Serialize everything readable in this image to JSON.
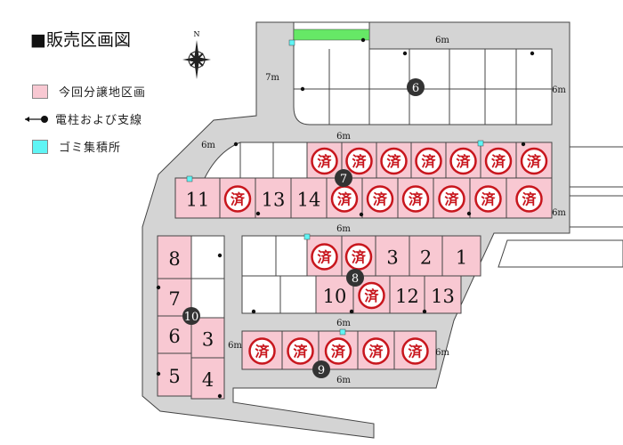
{
  "title": "■販売区画図",
  "compass_label": "N",
  "legend": [
    {
      "label": "今回分譲地区画",
      "color": "#f8c8d2",
      "icon": "pink-lot-swatch"
    },
    {
      "label": "電柱および支線",
      "icon": "utility-pole-icon"
    },
    {
      "label": "ゴミ集積所",
      "color": "#5ff5f5",
      "icon": "garbage-station-swatch"
    }
  ],
  "colors": {
    "road": "#d4d4d4",
    "lot_available": "#f8c8d2",
    "sold_mark": "#c8161d",
    "green_strip": "#66e866",
    "garbage": "#5ff5f5"
  },
  "sold_label": "済",
  "blocks": {
    "b6": {
      "marker": "6"
    },
    "b7": {
      "marker": "7",
      "upper": [
        "",
        "",
        "",
        "済",
        "済",
        "済",
        "済",
        "済",
        "済",
        "済"
      ],
      "lower": [
        "11",
        "済",
        "13",
        "14",
        "済",
        "済",
        "済",
        "済",
        "済",
        "済"
      ]
    },
    "b8": {
      "marker": "8",
      "upper": [
        "",
        "",
        "済",
        "済",
        "3",
        "2",
        "1"
      ],
      "lower": [
        "",
        "",
        "10",
        "済",
        "12",
        "13"
      ]
    },
    "b9": {
      "marker": "9",
      "lots": [
        "済",
        "済",
        "済",
        "済",
        "済"
      ]
    },
    "b10": {
      "marker": "10",
      "left": [
        "8",
        "7",
        "6",
        "5"
      ],
      "right": [
        "",
        "",
        "3",
        "4"
      ]
    }
  },
  "road_widths": [
    "6m",
    "7m",
    "6m",
    "6m",
    "6m",
    "6m",
    "6m",
    "6m",
    "6m",
    "6m",
    "6m"
  ]
}
